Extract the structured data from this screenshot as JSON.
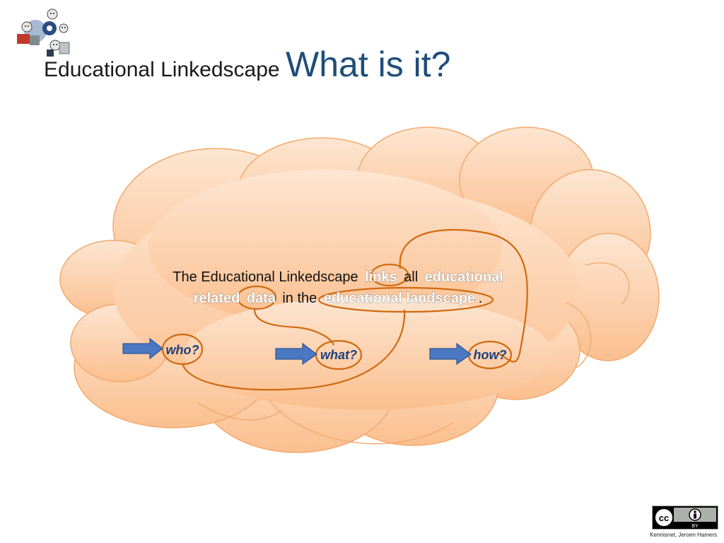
{
  "title": {
    "small": "Educational Linkedscape",
    "big": "What is it?"
  },
  "statement": {
    "line1_prefix": "The Educational Linkedscape",
    "highlight_links": "links",
    "line1_mid": "all",
    "highlight_educational": "educational",
    "highlight_related": "related",
    "highlight_data": "data",
    "line2_mid": "in the",
    "highlight_landscape": "educational landscape",
    "line2_end": "."
  },
  "questions": {
    "who": "who?",
    "what": "what?",
    "how": "how?"
  },
  "license": {
    "cc": "cc",
    "by": "BY",
    "credit": "Kennisnet, Jeroen Hamers"
  },
  "colors": {
    "cloud_fill_top": "#fde6d2",
    "cloud_fill_bottom": "#fbbf8f",
    "cloud_stroke": "#f3a96e",
    "link_line": "#d06a10",
    "arrow": "#4a78c2",
    "question_text": "#1f3f7a",
    "title_big": "#1f4e79"
  }
}
